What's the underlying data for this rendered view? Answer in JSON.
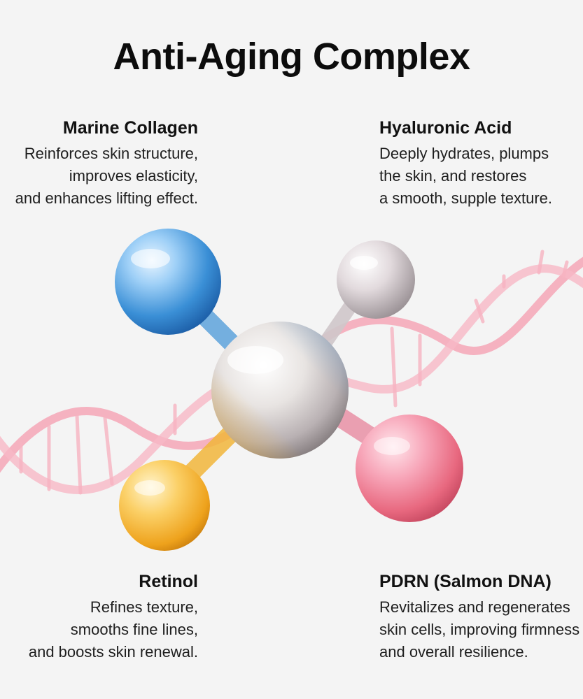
{
  "title": "Anti-Aging Complex",
  "ingredients": [
    {
      "name": "Marine Collagen",
      "lines": [
        "Reinforces skin structure,",
        "improves elasticity,",
        "and enhances lifting effect."
      ],
      "color": "#3a8fd6"
    },
    {
      "name": "Hyaluronic Acid",
      "lines": [
        "Deeply hydrates, plumps",
        "the skin, and restores",
        "a smooth, supple texture."
      ],
      "color": "#c8bfc4"
    },
    {
      "name": "Retinol",
      "lines": [
        "Refines texture,",
        "smooths fine lines,",
        "and boosts skin renewal."
      ],
      "color": "#f3b12c"
    },
    {
      "name": "PDRN (Salmon DNA)",
      "lines": [
        "Revitalizes and regenerates",
        "skin cells, improving firmness",
        "and overall resilience."
      ],
      "color": "#f07d98"
    }
  ],
  "dna_color": "#f4a6b6",
  "core_color": "#e6e2e0"
}
